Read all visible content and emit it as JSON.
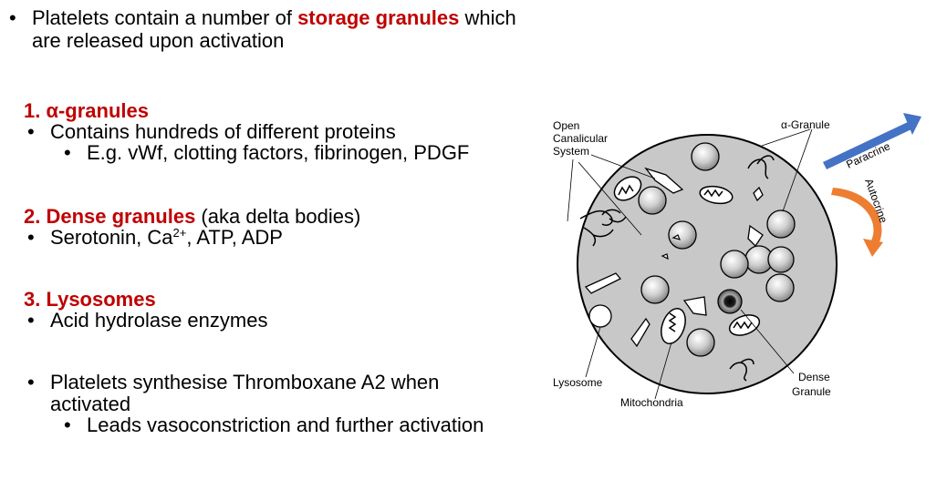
{
  "intro": {
    "line1_pre": "Platelets contain a number of ",
    "line1_highlight": "storage granules",
    "line1_post": " which",
    "line2": "are released upon activation"
  },
  "sections": {
    "alpha": {
      "heading": "1. α-granules",
      "bullet1": "Contains hundreds of different proteins",
      "sub1": "E.g. vWf, clotting factors, fibrinogen, PDGF"
    },
    "dense": {
      "heading": "2. Dense granules",
      "aside": " (aka delta bodies)",
      "bullet_pre": "Serotonin, Ca",
      "bullet_sup": "2+",
      "bullet_post": ", ATP, ADP"
    },
    "lysosomes": {
      "heading": "3. Lysosomes",
      "bullet1": "Acid hydrolase enzymes"
    },
    "thromboxane": {
      "line1": "Platelets synthesise Thromboxane A2 when",
      "line2": "activated",
      "sub1": "Leads vasoconstriction and further activation"
    }
  },
  "diagram": {
    "labels": {
      "open_canalicular_1": "Open",
      "open_canalicular_2": "Canalicular",
      "open_canalicular_3": "System",
      "alpha_granule": "α-Granule",
      "lysosome": "Lysosome",
      "mitochondria": "Mitochondria",
      "dense_granule_1": "Dense",
      "dense_granule_2": "Granule",
      "paracrine": "Paracrine",
      "autocrine": "Autocrine"
    },
    "colors": {
      "cytoplasm": "#c8c8c8",
      "accent_red": "#c00000",
      "paracrine_arrow": "#4472c4",
      "autocrine_arrow": "#ed7d31"
    }
  }
}
